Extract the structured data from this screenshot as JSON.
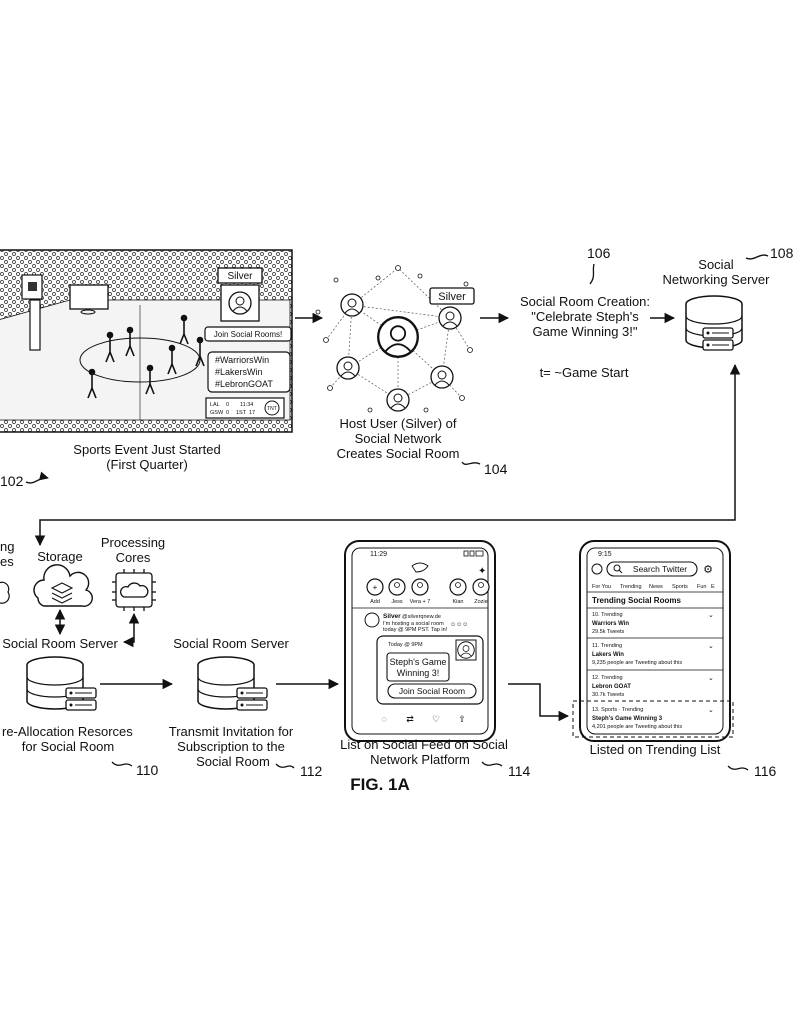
{
  "figure": "FIG. 1A",
  "sports": {
    "caption1": "Sports Event Just Started",
    "caption2": "(First Quarter)",
    "ref": "102",
    "silver_tag": "Silver",
    "join_button": "Join Social Rooms!",
    "hashtags": [
      "#WarriorsWin",
      "#LakersWin",
      "#LebronGOAT"
    ],
    "scoreboard": {
      "row1": [
        "LAL",
        "0",
        "11:34"
      ],
      "row2": [
        "GSW",
        "0",
        "1ST",
        "17"
      ],
      "network": "TNT"
    }
  },
  "network": {
    "silver_tag": "Silver",
    "caption1": "Host User (Silver) of",
    "caption2": "Social Network",
    "caption3": "Creates Social Room",
    "ref": "104"
  },
  "creation": {
    "ref": "106",
    "line1": "Social Room Creation:",
    "line2": "\"Celebrate Steph's",
    "line3": "Game Winning 3!\"",
    "time": "t= ~Game Start"
  },
  "server108": {
    "line1": "Social",
    "line2": "Networking Server",
    "ref": "108"
  },
  "resources": {
    "partial1": "ng",
    "partial2": "es",
    "storage": "Storage",
    "cores1": "Processing",
    "cores2": "Cores",
    "server": "Social Room Server",
    "caption1": "re-Allocation Resorces",
    "caption2": "for Social Room",
    "ref": "110"
  },
  "invite": {
    "server": "Social Room Server",
    "caption1": "Transmit Invitation for",
    "caption2": "Subscription to the",
    "caption3": "Social Room",
    "ref": "112"
  },
  "feed_phone": {
    "time": "11:29",
    "stories": [
      "Add",
      "Jess",
      "Vera + 7",
      "Kian",
      "Zozie"
    ],
    "author": "Silver",
    "handle": "@silverqnew.de",
    "text1": "I'm hosting a social room",
    "text2": "today @ 9PM PST. Tap in!",
    "card_time": "Today @ 9PM",
    "card_title1": "Steph's Game",
    "card_title2": "Winning 3!",
    "join": "Join Social Room",
    "caption1": "List on Social Feed on Social",
    "caption2": "Network Platform",
    "ref": "114"
  },
  "trend_phone": {
    "time": "9:15",
    "search": "Search Twitter",
    "tabs": [
      "For You",
      "Trending",
      "News",
      "Sports",
      "Fun",
      "E"
    ],
    "heading": "Trending Social Rooms",
    "items": [
      {
        "meta": "10. Trending",
        "title": "Warriors Win",
        "count": "29.5k Tweets"
      },
      {
        "meta": "11. Trending",
        "title": "Lakers Win",
        "count": "9,235 people are Tweeting about this"
      },
      {
        "meta": "12. Trending",
        "title": "Lebron GOAT",
        "count": "30.7k Tweets"
      },
      {
        "meta": "13. Sports · Trending",
        "title": "Steph's Game Winning 3",
        "count": "4,201 people are Tweeting about this"
      }
    ],
    "caption": "Listed on Trending List",
    "ref": "116"
  }
}
